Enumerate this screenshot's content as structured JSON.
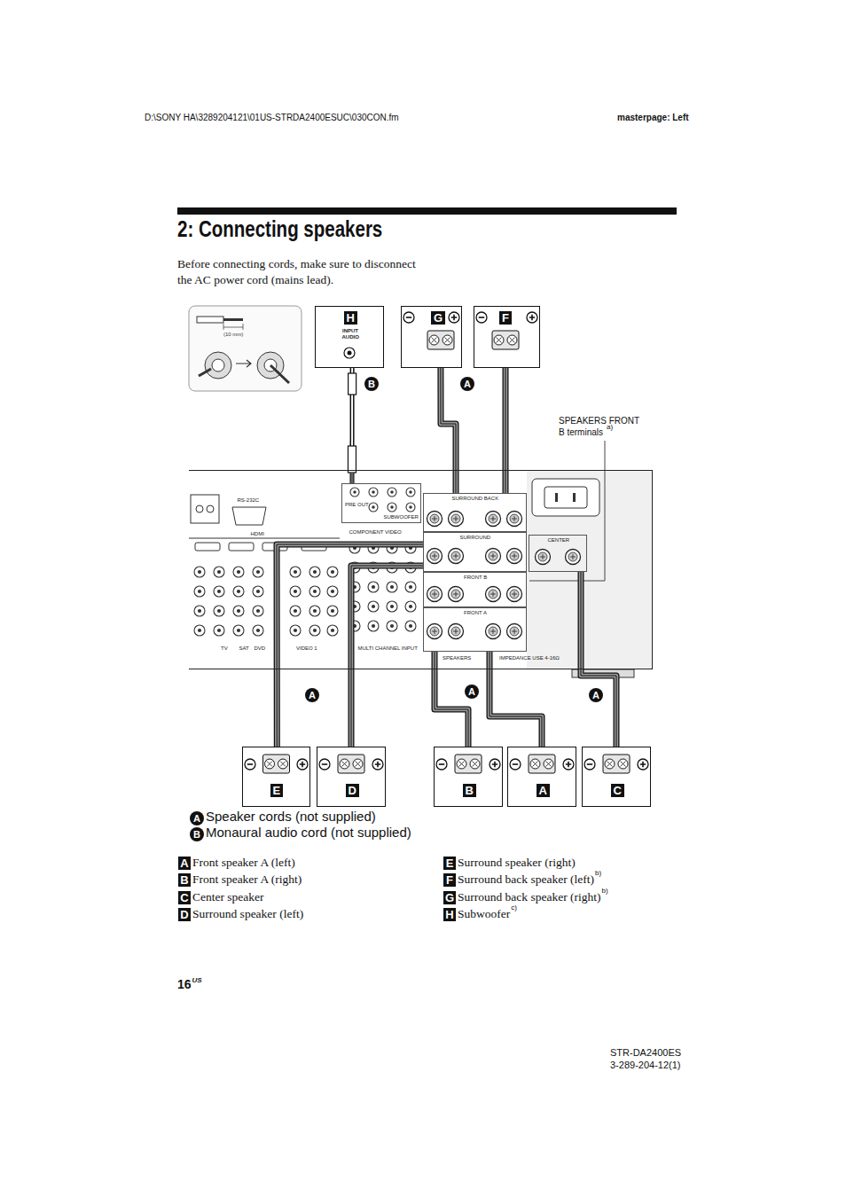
{
  "diagram": {
    "title": "2: Connecting speakers",
    "nodes": [
      {
        "text": [
          "H",
          "INPUT",
          "AUDIO"
        ]
      },
      {
        "text": [
          "G"
        ]
      },
      {
        "text": [
          "F"
        ]
      },
      {
        "text": [
          "RS-232C",
          "HDMI",
          "COMPONENT VIDEO",
          "TV",
          "SAT",
          "DVD",
          "VIDEO 1",
          "MULTI CHANNEL INPUT",
          "SPEAKERS",
          "IMPEDANCE USE 4-16Ω"
        ]
      },
      {
        "text": [
          "PRE OUT",
          "SUBWOOFER"
        ],
        "in": 3
      },
      {
        "text": [
          "SURROUND BACK"
        ],
        "in": 3
      },
      {
        "text": [
          "SURROUND"
        ],
        "in": 3
      },
      {
        "text": [
          "CENTER"
        ],
        "in": 3
      },
      {
        "text": [
          "FRONT B"
        ],
        "in": 3
      },
      {
        "text": [
          "FRONT A"
        ],
        "in": 3
      },
      {
        "text": [
          "E"
        ]
      },
      {
        "text": [
          "D"
        ]
      },
      {
        "text": [
          "B"
        ]
      },
      {
        "text": [
          "A"
        ]
      },
      {
        "text": [
          "C"
        ]
      }
    ],
    "edges": [
      {
        "from": 0,
        "to": 4,
        "arrow": "none"
      },
      {
        "from": 1,
        "to": 5,
        "arrow": "none"
      },
      {
        "from": 2,
        "to": 5,
        "arrow": "none"
      },
      {
        "from": 10,
        "to": 6,
        "arrow": "none"
      },
      {
        "from": 11,
        "to": 6,
        "arrow": "none"
      },
      {
        "from": 12,
        "to": 9,
        "arrow": "none"
      },
      {
        "from": 13,
        "to": 9,
        "arrow": "none"
      },
      {
        "from": 14,
        "to": 7,
        "arrow": "none"
      }
    ],
    "labels": [
      "D:\\SONY HA\\3289204121\\01US-STRDA2400ESUC\\030CON.fm",
      "masterpage: Left",
      "Before connecting cords, make sure to disconnect the AC power cord (mains lead).",
      "(10 mm)",
      "B",
      "A",
      "SPEAKERS FRONT B terminals",
      "a)",
      "A",
      "A",
      "A",
      "A",
      "B",
      "A",
      "Front speaker A (left)",
      "B",
      "Front speaker A (right)",
      "C",
      "Center speaker",
      "D",
      "Surround speaker (left)",
      "E",
      "Surround speaker (right)",
      "F",
      "Surround back speaker (left)",
      "b)",
      "G",
      "Surround back speaker (right)",
      "b)",
      "H",
      "Subwoofer",
      "c)",
      "16",
      "US",
      "STR-DA2400ES",
      "3-289-204-12(1)"
    ],
    "legend": [
      {
        "text": "Speaker cords (not supplied)"
      },
      {
        "text": "Monaural audio cord (not supplied)"
      }
    ]
  }
}
